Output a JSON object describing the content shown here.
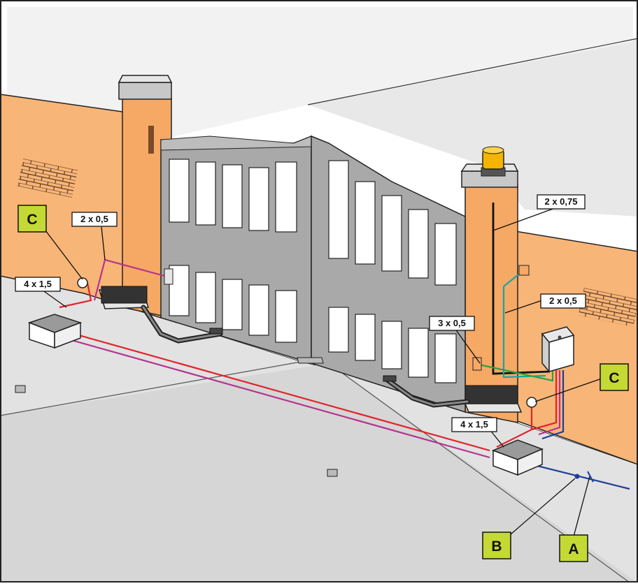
{
  "cable_labels": {
    "left_photocell": "2 x 0,5",
    "left_motor": "4 x 1,5",
    "flashing_light": "2 x 0,75",
    "right_photocell_tx": "2 x 0,5",
    "right_photocell_rx": "3 x 0,5",
    "right_motor": "4 x 1,5"
  },
  "callouts": {
    "c_left": "C",
    "c_right": "C",
    "b": "B",
    "a": "A"
  },
  "colors": {
    "wall": "#f8b578",
    "gate": "#a9a9a9",
    "ground": "#e1e1e1",
    "callout_fill": "#c5d935",
    "cable_red": "#e2232b",
    "cable_magenta": "#b5348e",
    "cable_blue": "#1c3d9a",
    "cable_cyan": "#16a4a4",
    "cable_green": "#2fa23d",
    "lamp_yellow": "#f4b400"
  }
}
